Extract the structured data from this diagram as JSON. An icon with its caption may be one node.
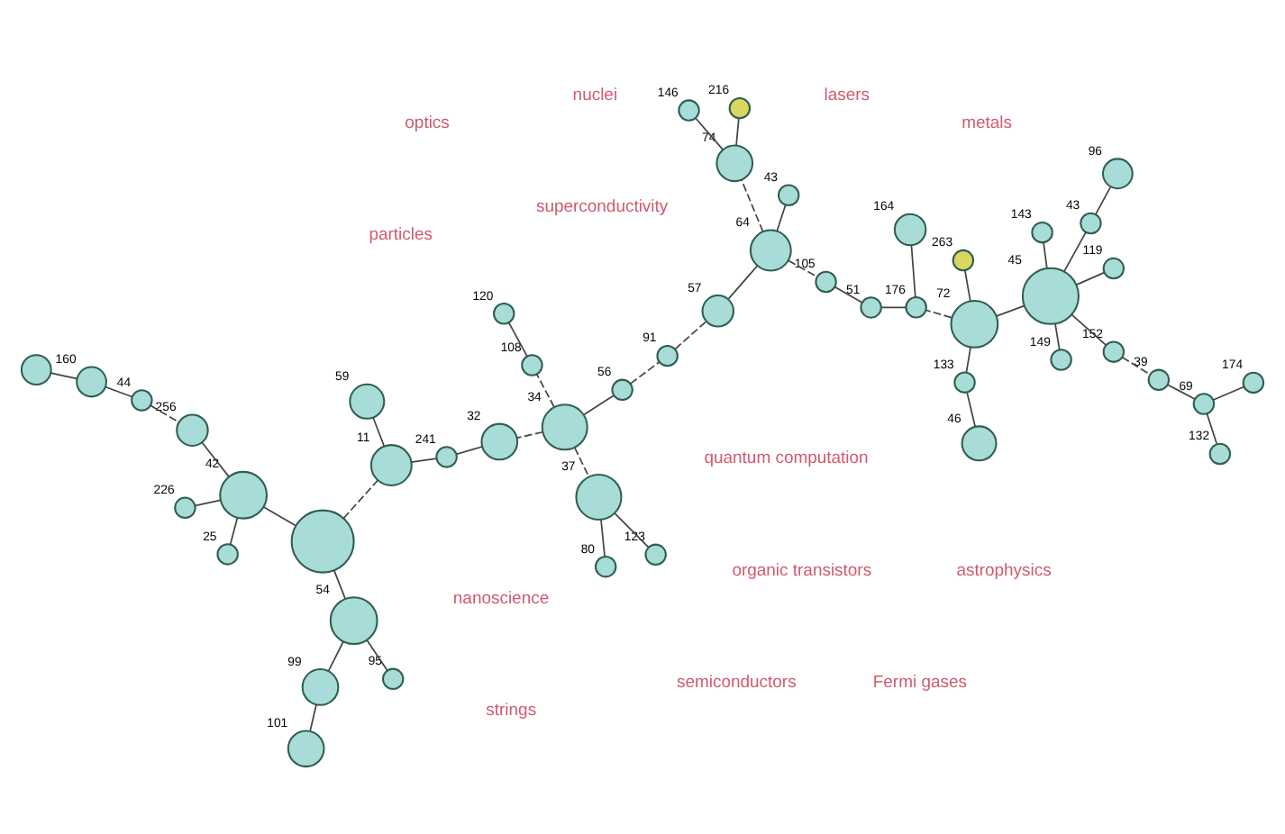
{
  "diagram": {
    "nodes": [
      {
        "text": [],
        "shape": "circle"
      },
      {
        "text": [],
        "shape": "circle",
        "beside": [
          "95"
        ]
      },
      {
        "text": [],
        "shape": "circle",
        "beside": [
          "160"
        ]
      },
      {
        "text": [],
        "shape": "circle",
        "beside": [
          "44"
        ]
      },
      {
        "text": [],
        "shape": "circle",
        "beside": [
          "101"
        ]
      },
      {
        "text": [],
        "shape": "circle",
        "beside": [
          "54"
        ]
      },
      {
        "text": [],
        "shape": "circle",
        "beside": [
          "256"
        ]
      },
      {
        "text": [],
        "shape": "circle",
        "beside": [
          "123"
        ]
      },
      {
        "text": [],
        "shape": "circle",
        "beside": [
          "80"
        ]
      },
      {
        "text": [],
        "shape": "circle",
        "beside": [
          "99"
        ]
      },
      {
        "text": [],
        "shape": "circle"
      },
      {
        "text": [],
        "shape": "circle",
        "beside": [
          "42"
        ]
      },
      {
        "text": [],
        "shape": "circle",
        "beside": [
          "25"
        ]
      },
      {
        "text": [],
        "shape": "circle",
        "beside": [
          "37"
        ]
      },
      {
        "text": [],
        "shape": "circle",
        "beside": [
          "174"
        ]
      },
      {
        "text": [],
        "shape": "circle",
        "beside": [
          "226"
        ]
      },
      {
        "text": [],
        "shape": "circle",
        "beside": [
          "132"
        ]
      },
      {
        "text": [],
        "shape": "circle",
        "beside": [
          "32"
        ]
      },
      {
        "text": [],
        "shape": "circle",
        "beside": [
          "241"
        ]
      },
      {
        "text": [],
        "shape": "circle",
        "beside": [
          "108"
        ]
      },
      {
        "text": [],
        "shape": "circle",
        "beside": [
          "69"
        ]
      },
      {
        "text": [],
        "shape": "circle",
        "beside": [
          "120"
        ]
      },
      {
        "text": [],
        "shape": "circle",
        "beside": [
          "34"
        ]
      },
      {
        "text": [],
        "shape": "circle",
        "beside": [
          "11"
        ]
      },
      {
        "text": [],
        "shape": "circle",
        "beside": [
          "56"
        ]
      },
      {
        "text": [],
        "shape": "circle",
        "beside": [
          "39"
        ]
      },
      {
        "text": [],
        "shape": "circle",
        "beside": [
          "91"
        ]
      },
      {
        "text": [],
        "shape": "circle",
        "beside": [
          "59"
        ]
      },
      {
        "text": [],
        "shape": "circle",
        "beside": [
          "57"
        ]
      },
      {
        "text": [],
        "shape": "circle",
        "beside": [
          "43"
        ]
      },
      {
        "text": [],
        "shape": "circle",
        "beside": [
          "64"
        ]
      },
      {
        "text": [],
        "shape": "circle",
        "beside": [
          "96"
        ]
      },
      {
        "text": [],
        "shape": "circle",
        "beside": [
          "152"
        ]
      },
      {
        "text": [],
        "shape": "circle",
        "beside": [
          "74"
        ]
      },
      {
        "text": [],
        "shape": "circle",
        "beside": [
          "146"
        ]
      },
      {
        "text": [],
        "shape": "circle",
        "beside": [
          "149"
        ]
      },
      {
        "text": [],
        "shape": "circle",
        "beside": [
          "43"
        ]
      },
      {
        "text": [],
        "shape": "circle",
        "beside": [
          "143"
        ]
      },
      {
        "text": [],
        "shape": "circle",
        "beside": [
          "105"
        ]
      },
      {
        "text": [],
        "shape": "circle",
        "beside": [
          "45"
        ]
      },
      {
        "text": [],
        "shape": "circle",
        "beside": [
          "176"
        ]
      },
      {
        "text": [],
        "shape": "circle",
        "beside": [
          "51"
        ]
      },
      {
        "text": [],
        "shape": "circle",
        "beside": [
          "72"
        ]
      },
      {
        "text": [],
        "shape": "circle",
        "beside": [
          "216"
        ]
      },
      {
        "text": [],
        "shape": "circle",
        "beside": [
          "119"
        ]
      },
      {
        "text": [],
        "shape": "circle",
        "beside": [
          "46"
        ]
      },
      {
        "text": [],
        "shape": "circle",
        "beside": [
          "164"
        ]
      },
      {
        "text": [],
        "shape": "circle",
        "beside": [
          "263"
        ]
      },
      {
        "text": [],
        "shape": "circle",
        "beside": [
          "133"
        ]
      }
    ],
    "edges": [
      {
        "from": 0,
        "to": 2,
        "arrow": "none"
      },
      {
        "from": 2,
        "to": 3,
        "arrow": "none"
      },
      {
        "from": 3,
        "to": 6,
        "arrow": "none",
        "style": "dashed"
      },
      {
        "from": 6,
        "to": 11,
        "arrow": "none"
      },
      {
        "from": 11,
        "to": 12,
        "arrow": "none"
      },
      {
        "from": 11,
        "to": 15,
        "arrow": "none"
      },
      {
        "from": 10,
        "to": 11,
        "arrow": "none"
      },
      {
        "from": 10,
        "to": 5,
        "arrow": "none"
      },
      {
        "from": 5,
        "to": 1,
        "arrow": "none"
      },
      {
        "from": 5,
        "to": 9,
        "arrow": "none"
      },
      {
        "from": 9,
        "to": 4,
        "arrow": "none"
      },
      {
        "from": 10,
        "to": 23,
        "arrow": "none",
        "style": "dashed"
      },
      {
        "from": 18,
        "to": 23,
        "arrow": "none"
      },
      {
        "from": 17,
        "to": 18,
        "arrow": "none"
      },
      {
        "from": 23,
        "to": 27,
        "arrow": "none"
      },
      {
        "from": 22,
        "to": 17,
        "arrow": "none",
        "style": "dashed"
      },
      {
        "from": 13,
        "to": 7,
        "arrow": "none"
      },
      {
        "from": 13,
        "to": 8,
        "arrow": "none"
      },
      {
        "from": 22,
        "to": 13,
        "arrow": "none",
        "style": "dashed"
      },
      {
        "from": 22,
        "to": 19,
        "arrow": "none",
        "style": "dashed"
      },
      {
        "from": 19,
        "to": 21,
        "arrow": "none"
      },
      {
        "from": 22,
        "to": 24,
        "arrow": "none"
      },
      {
        "from": 24,
        "to": 26,
        "arrow": "none",
        "style": "dashed"
      },
      {
        "from": 26,
        "to": 28,
        "arrow": "none",
        "style": "dashed"
      },
      {
        "from": 28,
        "to": 30,
        "arrow": "none"
      },
      {
        "from": 30,
        "to": 29,
        "arrow": "none"
      },
      {
        "from": 30,
        "to": 33,
        "arrow": "none",
        "style": "dashed"
      },
      {
        "from": 33,
        "to": 34,
        "arrow": "none"
      },
      {
        "from": 33,
        "to": 43,
        "arrow": "none"
      },
      {
        "from": 30,
        "to": 38,
        "arrow": "none",
        "style": "dashed"
      },
      {
        "from": 38,
        "to": 41,
        "arrow": "none"
      },
      {
        "from": 41,
        "to": 40,
        "arrow": "none"
      },
      {
        "from": 40,
        "to": 46,
        "arrow": "none"
      },
      {
        "from": 42,
        "to": 40,
        "arrow": "none",
        "style": "dashed"
      },
      {
        "from": 42,
        "to": 47,
        "arrow": "none"
      },
      {
        "from": 42,
        "to": 48,
        "arrow": "none"
      },
      {
        "from": 48,
        "to": 45,
        "arrow": "none"
      },
      {
        "from": 39,
        "to": 42,
        "arrow": "none"
      },
      {
        "from": 39,
        "to": 44,
        "arrow": "none"
      },
      {
        "from": 39,
        "to": 37,
        "arrow": "none"
      },
      {
        "from": 39,
        "to": 35,
        "arrow": "none"
      },
      {
        "from": 39,
        "to": 32,
        "arrow": "none"
      },
      {
        "from": 39,
        "to": 36,
        "arrow": "none"
      },
      {
        "from": 36,
        "to": 31,
        "arrow": "none"
      },
      {
        "from": 32,
        "to": 25,
        "arrow": "none",
        "style": "dashed"
      },
      {
        "from": 25,
        "to": 20,
        "arrow": "none"
      },
      {
        "from": 20,
        "to": 16,
        "arrow": "none"
      },
      {
        "from": 20,
        "to": 14,
        "arrow": "none"
      }
    ],
    "labels": [
      "organic transistors",
      "metals",
      "optics",
      "nanoscience",
      "lasers",
      "quantum computation",
      "semiconductors",
      "Fermi gases",
      "superconductivity",
      "astrophysics",
      "nuclei",
      "particles",
      "strings"
    ]
  }
}
